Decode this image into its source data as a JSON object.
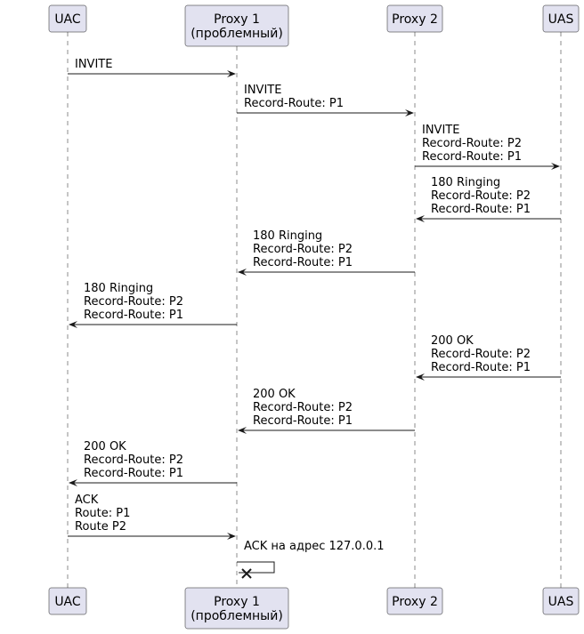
{
  "participants": [
    {
      "id": "uac",
      "lines": [
        "UAC"
      ]
    },
    {
      "id": "p1",
      "lines": [
        "Proxy 1",
        "(проблемный)"
      ]
    },
    {
      "id": "p2",
      "lines": [
        "Proxy 2"
      ]
    },
    {
      "id": "uas",
      "lines": [
        "UAS"
      ]
    }
  ],
  "messages": [
    {
      "from": "uac",
      "to": "p1",
      "lines": [
        "INVITE"
      ]
    },
    {
      "from": "p1",
      "to": "p2",
      "lines": [
        "INVITE",
        "Record-Route: P1"
      ]
    },
    {
      "from": "p2",
      "to": "uas",
      "lines": [
        "INVITE",
        "Record-Route: P2",
        "Record-Route: P1"
      ]
    },
    {
      "from": "uas",
      "to": "p2",
      "lines": [
        "180 Ringing",
        "Record-Route: P2",
        "Record-Route: P1"
      ]
    },
    {
      "from": "p2",
      "to": "p1",
      "lines": [
        "180 Ringing",
        "Record-Route: P2",
        "Record-Route: P1"
      ]
    },
    {
      "from": "p1",
      "to": "uac",
      "lines": [
        "180 Ringing",
        "Record-Route: P2",
        "Record-Route: P1"
      ]
    },
    {
      "from": "uas",
      "to": "p2",
      "lines": [
        "200 OK",
        "Record-Route: P2",
        "Record-Route: P1"
      ]
    },
    {
      "from": "p2",
      "to": "p1",
      "lines": [
        "200 OK",
        "Record-Route: P2",
        "Record-Route: P1"
      ]
    },
    {
      "from": "p1",
      "to": "uac",
      "lines": [
        "200 OK",
        "Record-Route: P2",
        "Record-Route: P1"
      ]
    },
    {
      "from": "uac",
      "to": "p1",
      "lines": [
        "ACK",
        "Route: P1",
        "Route P2"
      ]
    },
    {
      "from": "p1",
      "to": "p1",
      "lines": [
        "ACK на адрес 127.0.0.1"
      ],
      "lost": true
    }
  ]
}
